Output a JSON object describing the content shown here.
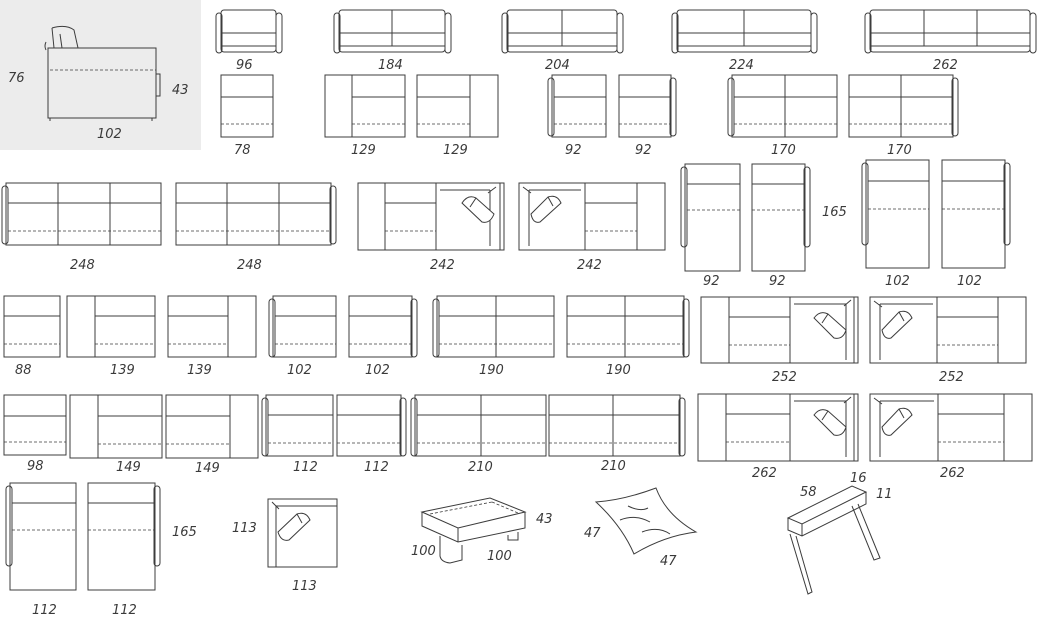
{
  "side_view": {
    "height": "76",
    "depth": "102",
    "seat_height": "43"
  },
  "row1": [
    {
      "id": "sofa-96",
      "label": "96"
    },
    {
      "id": "sofa-184",
      "label": "184"
    },
    {
      "id": "sofa-204",
      "label": "204"
    },
    {
      "id": "sofa-224",
      "label": "224"
    },
    {
      "id": "sofa-262",
      "label": "262"
    }
  ],
  "row2": [
    {
      "id": "module-78",
      "label": "78"
    },
    {
      "id": "module-129-a",
      "label": "129"
    },
    {
      "id": "module-129-b",
      "label": "129"
    },
    {
      "id": "module-92-a",
      "label": "92"
    },
    {
      "id": "module-92-b",
      "label": "92"
    },
    {
      "id": "module-170-a",
      "label": "170"
    },
    {
      "id": "module-170-b",
      "label": "170"
    }
  ],
  "row3": [
    {
      "id": "module-248-a",
      "label": "248"
    },
    {
      "id": "module-248-b",
      "label": "248"
    },
    {
      "id": "corner-242-a",
      "label": "242"
    },
    {
      "id": "corner-242-b",
      "label": "242"
    },
    {
      "id": "chaise-92-a",
      "label": "92"
    },
    {
      "id": "chaise-92-b",
      "label": "92"
    },
    {
      "id": "chaise-102-a",
      "label": "102"
    },
    {
      "id": "chaise-102-b",
      "label": "102"
    }
  ],
  "chaise_length_top": "165",
  "row4": [
    {
      "id": "module-88",
      "label": "88"
    },
    {
      "id": "module-139-a",
      "label": "139"
    },
    {
      "id": "module-139-b",
      "label": "139"
    },
    {
      "id": "module-102-a",
      "label": "102"
    },
    {
      "id": "module-102-b",
      "label": "102"
    },
    {
      "id": "module-190-a",
      "label": "190"
    },
    {
      "id": "module-190-b",
      "label": "190"
    },
    {
      "id": "corner-252-a",
      "label": "252"
    },
    {
      "id": "corner-252-b",
      "label": "252"
    }
  ],
  "row5": [
    {
      "id": "module-98",
      "label": "98"
    },
    {
      "id": "module-149-a",
      "label": "149"
    },
    {
      "id": "module-149-b",
      "label": "149"
    },
    {
      "id": "module-112-a",
      "label": "112"
    },
    {
      "id": "module-112-b",
      "label": "112"
    },
    {
      "id": "module-210-a",
      "label": "210"
    },
    {
      "id": "module-210-b",
      "label": "210"
    },
    {
      "id": "corner-262-a",
      "label": "262"
    },
    {
      "id": "corner-262-b",
      "label": "262"
    }
  ],
  "row6": {
    "chaise_112_a": "112",
    "chaise_112_b": "112",
    "chaise_length": "165",
    "corner_side": "113",
    "corner_bottom": "113",
    "pouf_height": "43",
    "pouf_depth": "100",
    "pouf_width": "100",
    "cushion_a": "47",
    "cushion_b": "47",
    "shelf_length": "58",
    "shelf_width": "16",
    "shelf_height": "11"
  }
}
